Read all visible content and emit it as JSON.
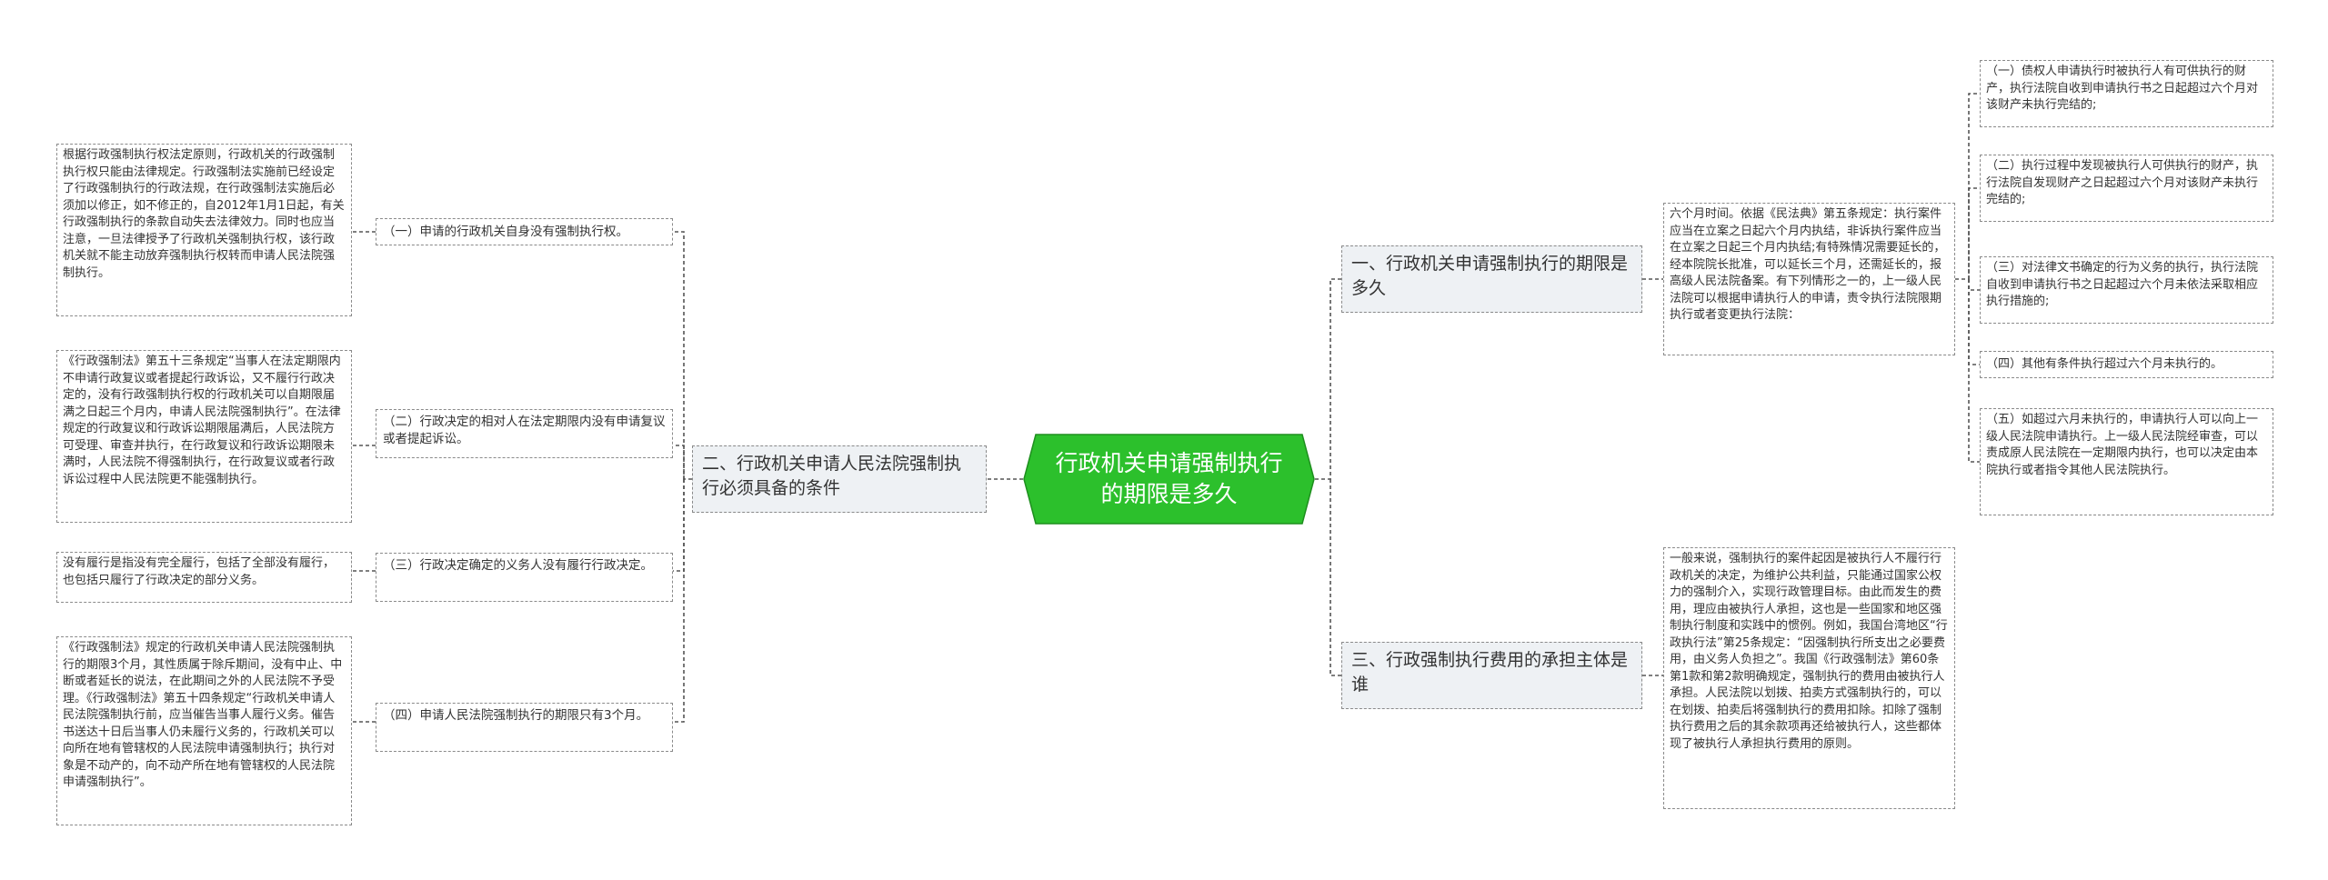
{
  "root": {
    "title": "行政机关申请强制执行的期限是多久",
    "color": "#2cc02c"
  },
  "left": {
    "branch2": {
      "label": "二、行政机关申请人民法院强制执行必须具备的条件"
    },
    "items": [
      {
        "label": "（一）申请的行政机关自身没有强制执行权。",
        "detail": "根据行政强制执行权法定原则，行政机关的行政强制执行权只能由法律规定。行政强制法实施前已经设定了行政强制执行的行政法规，在行政强制法实施后必须加以修正，如不修正的，自2012年1月1日起，有关行政强制执行的条款自动失去法律效力。同时也应当注意，一旦法律授予了行政机关强制执行权，该行政机关就不能主动放弃强制执行权转而申请人民法院强制执行。"
      },
      {
        "label": "（二）行政决定的相对人在法定期限内没有申请复议或者提起诉讼。",
        "detail": "《行政强制法》第五十三条规定“当事人在法定期限内不申请行政复议或者提起行政诉讼，又不履行行政决定的，没有行政强制执行权的行政机关可以自期限届满之日起三个月内，申请人民法院强制执行”。在法律规定的行政复议和行政诉讼期限届满后，人民法院方可受理、审查并执行，在行政复议和行政诉讼期限未满时，人民法院不得强制执行，在行政复议或者行政诉讼过程中人民法院更不能强制执行。"
      },
      {
        "label": "（三）行政决定确定的义务人没有履行行政决定。",
        "detail": "没有履行是指没有完全履行，包括了全部没有履行，也包括只履行了行政决定的部分义务。"
      },
      {
        "label": "（四）申请人民法院强制执行的期限只有3个月。",
        "detail": "《行政强制法》规定的行政机关申请人民法院强制执行的期限3个月，其性质属于除斥期间，没有中止、中断或者延长的说法，在此期间之外的人民法院不予受理。《行政强制法》第五十四条规定“行政机关申请人民法院强制执行前，应当催告当事人履行义务。催告书送达十日后当事人仍未履行义务的，行政机关可以向所在地有管辖权的人民法院申请强制执行；执行对象是不动产的，向不动产所在地有管辖权的人民法院申请强制执行”。"
      }
    ]
  },
  "right": {
    "branch1": {
      "label": "一、行政机关申请强制执行的期限是多久",
      "detail": "六个月时间。依据《民法典》第五条规定：执行案件应当在立案之日起六个月内执结，非诉执行案件应当在立案之日起三个月内执结;有特殊情况需要延长的，经本院院长批准，可以延长三个月，还需延长的，报高级人民法院备案。有下列情形之一的，上一级人民法院可以根据申请执行人的申请，责令执行法院限期执行或者变更执行法院：",
      "items": [
        "（一）债权人申请执行时被执行人有可供执行的财产，执行法院自收到申请执行书之日起超过六个月对该财产未执行完结的;",
        "（二）执行过程中发现被执行人可供执行的财产，执行法院自发现财产之日起超过六个月对该财产未执行完结的;",
        "（三）对法律文书确定的行为义务的执行，执行法院自收到申请执行书之日起超过六个月未依法采取相应执行措施的;",
        "（四）其他有条件执行超过六个月未执行的。",
        "（五）如超过六月未执行的，申请执行人可以向上一级人民法院申请执行。上一级人民法院经审查，可以责成原人民法院在一定期限内执行，也可以决定由本院执行或者指令其他人民法院执行。"
      ]
    },
    "branch3": {
      "label": "三、行政强制执行费用的承担主体是谁",
      "detail": "一般来说，强制执行的案件起因是被执行人不履行行政机关的决定，为维护公共利益，只能通过国家公权力的强制介入，实现行政管理目标。由此而发生的费用，理应由被执行人承担，这也是一些国家和地区强制执行制度和实践中的惯例。例如，我国台湾地区“行政执行法”第25条规定：“因强制执行所支出之必要费用，由义务人负担之”。我国《行政强制法》第60条第1款和第2款明确规定，强制执行的费用由被执行人承担。人民法院以划拨、拍卖方式强制执行的，可以在划拨、拍卖后将强制执行的费用扣除。扣除了强制执行费用之后的其余款项再还给被执行人，这些都体现了被执行人承担执行费用的原则。"
    }
  }
}
